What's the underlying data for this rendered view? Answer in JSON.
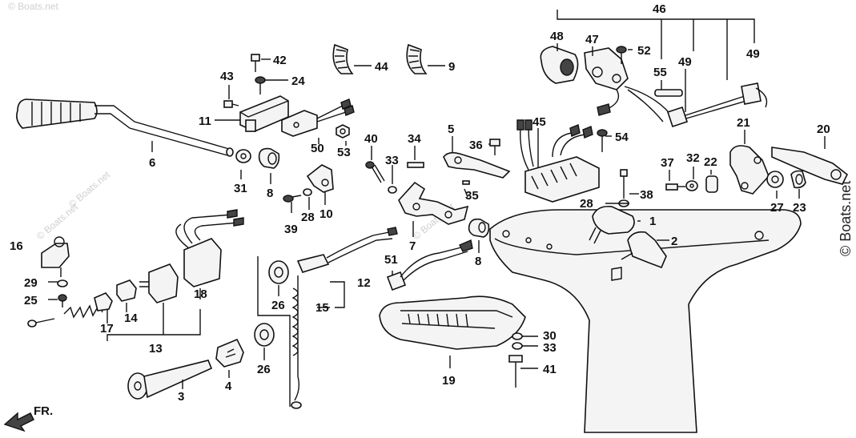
{
  "watermark": {
    "right_text": "© Boats.net",
    "faint_text": "© Boats.net"
  },
  "direction_label": "FR.",
  "callouts": {
    "c1": "1",
    "c2": "2",
    "c3": "3",
    "c4": "4",
    "c5": "5",
    "c6": "6",
    "c7": "7",
    "c8a": "8",
    "c8b": "8",
    "c9": "9",
    "c10": "10",
    "c11": "11",
    "c12": "12",
    "c13": "13",
    "c14": "14",
    "c15": "15",
    "c16": "16",
    "c17": "17",
    "c18": "18",
    "c19": "19",
    "c20": "20",
    "c21": "21",
    "c22": "22",
    "c23": "23",
    "c24": "24",
    "c25": "25",
    "c26a": "26",
    "c26b": "26",
    "c27": "27",
    "c28a": "28",
    "c28b": "28",
    "c29": "29",
    "c30": "30",
    "c31": "31",
    "c32": "32",
    "c33a": "33",
    "c33b": "33",
    "c34": "34",
    "c35": "35",
    "c36": "36",
    "c37": "37",
    "c38": "38",
    "c39": "39",
    "c40": "40",
    "c41": "41",
    "c42": "42",
    "c43": "43",
    "c44": "44",
    "c45": "45",
    "c46": "46",
    "c47": "47",
    "c48": "48",
    "c49a": "49",
    "c49b": "49",
    "c50": "50",
    "c51": "51",
    "c52": "52",
    "c53": "53",
    "c54": "54",
    "c55": "55"
  }
}
